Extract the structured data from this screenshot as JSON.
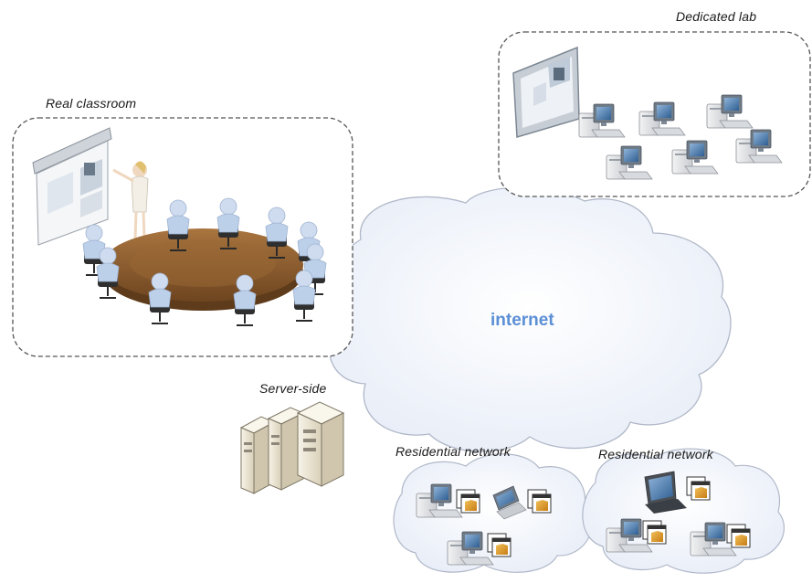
{
  "labels": {
    "dedicated_lab": "Dedicated lab",
    "real_classroom": "Real classroom",
    "internet": "internet",
    "server_side": "Server-side",
    "residential_network_1": "Residential network",
    "residential_network_2": "Residential network"
  },
  "colors": {
    "cloud_fill": "#eef2f9",
    "cloud_stroke": "#aeb6c6",
    "internet_text": "#5b8fd6",
    "dashed_border": "#555555",
    "table_wood": "#8a5a2b",
    "figure": "#bcd0ea",
    "chair": "#2d2d2d",
    "server": "#efe8d6",
    "monitor_frame": "#7d8894"
  }
}
